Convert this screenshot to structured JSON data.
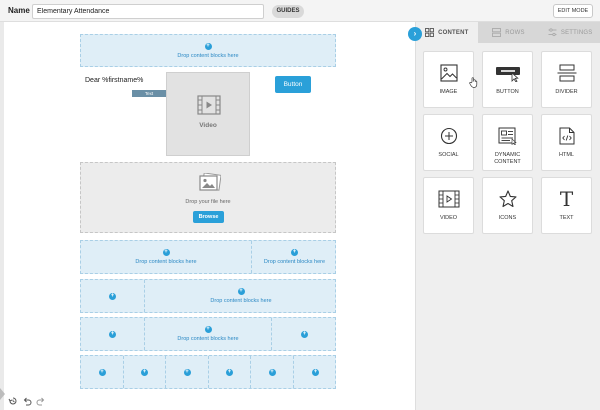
{
  "topbar": {
    "name_label": "Name",
    "name_value": "Elementary Attendance",
    "guides_label": "GUIDES",
    "edit_mode_label": "EDIT MODE"
  },
  "canvas": {
    "drop_text": "Drop content blocks here",
    "greeting": "Dear %firstname%",
    "text_tag": "Text",
    "video_label": "Video",
    "button_label": "Button",
    "upload_text": "Drop your file here",
    "browse_label": "Browse"
  },
  "panel": {
    "tabs": [
      {
        "label": "CONTENT",
        "active": true,
        "icon": "grid-icon"
      },
      {
        "label": "ROWS",
        "active": false,
        "icon": "rows-icon"
      },
      {
        "label": "SETTINGS",
        "active": false,
        "icon": "settings-icon"
      }
    ],
    "tiles": [
      {
        "label": "IMAGE",
        "icon": "image-icon"
      },
      {
        "label": "BUTTON",
        "icon": "button-icon"
      },
      {
        "label": "DIVIDER",
        "icon": "divider-icon"
      },
      {
        "label": "SOCIAL",
        "icon": "social-icon"
      },
      {
        "label": "DYNAMIC CONTENT",
        "icon": "dynamic-content-icon"
      },
      {
        "label": "HTML",
        "icon": "html-icon"
      },
      {
        "label": "VIDEO",
        "icon": "video-icon"
      },
      {
        "label": "ICONS",
        "icon": "star-icon"
      },
      {
        "label": "TEXT",
        "icon": "text-icon"
      }
    ]
  },
  "colors": {
    "accent": "#2aa0d9",
    "drop_bg": "#dfeef7",
    "drop_text": "#2a88c4"
  }
}
